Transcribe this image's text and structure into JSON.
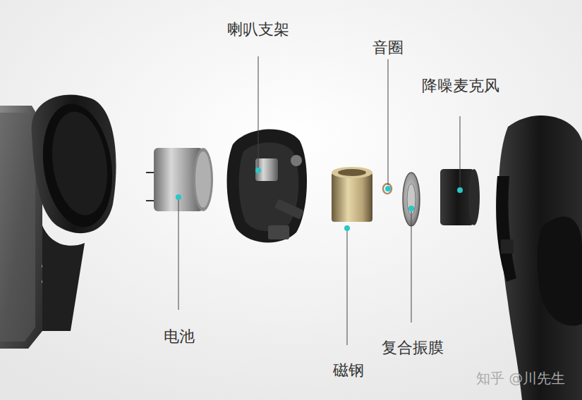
{
  "diagram": {
    "labels": [
      "喇叭支架",
      "音圈",
      "降噪麦克风",
      "电池",
      "复合振膜",
      "磁钢",
      "知乎 @川先生"
    ]
  }
}
